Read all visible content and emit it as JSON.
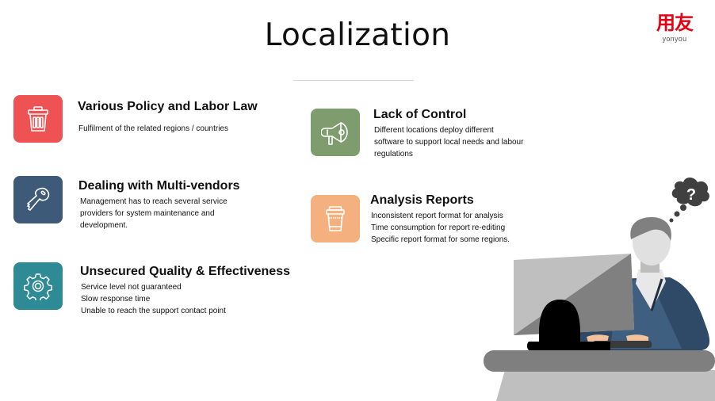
{
  "slide": {
    "title": "Localization",
    "logo": {
      "cn": "用友",
      "en": "yonyou"
    }
  },
  "colors": {
    "red": "#ee5253",
    "navy": "#3d5a78",
    "teal": "#2e8b95",
    "olive": "#7f9c6e",
    "peach": "#f5b080",
    "logo_red": "#e60012"
  },
  "items": [
    {
      "title": "Various Policy and Labor Law",
      "icon": "trash-can-icon",
      "lines": [
        "Fulfilment of the related regions / countries"
      ]
    },
    {
      "title": "Dealing with Multi-vendors",
      "icon": "key-icon",
      "lines": [
        "Management has to reach several service",
        "providers for system maintenance and",
        "development."
      ]
    },
    {
      "title": "Unsecured Quality & Effectiveness",
      "icon": "gear-icon",
      "lines": [
        "Service level not guaranteed",
        "Slow response time",
        "Unable to reach the support contact point"
      ]
    },
    {
      "title": "Lack of Control",
      "icon": "megaphone-icon",
      "lines": [
        "Different locations deploy different",
        "software to support local needs and labour",
        "regulations"
      ]
    },
    {
      "title": "Analysis Reports",
      "icon": "coffee-cup-icon",
      "lines": [
        "Inconsistent report format for analysis",
        "Time consumption for report re-editing",
        "Specific report format for some regions."
      ]
    }
  ],
  "illustration": {
    "thought_bubble_symbol": "?"
  }
}
